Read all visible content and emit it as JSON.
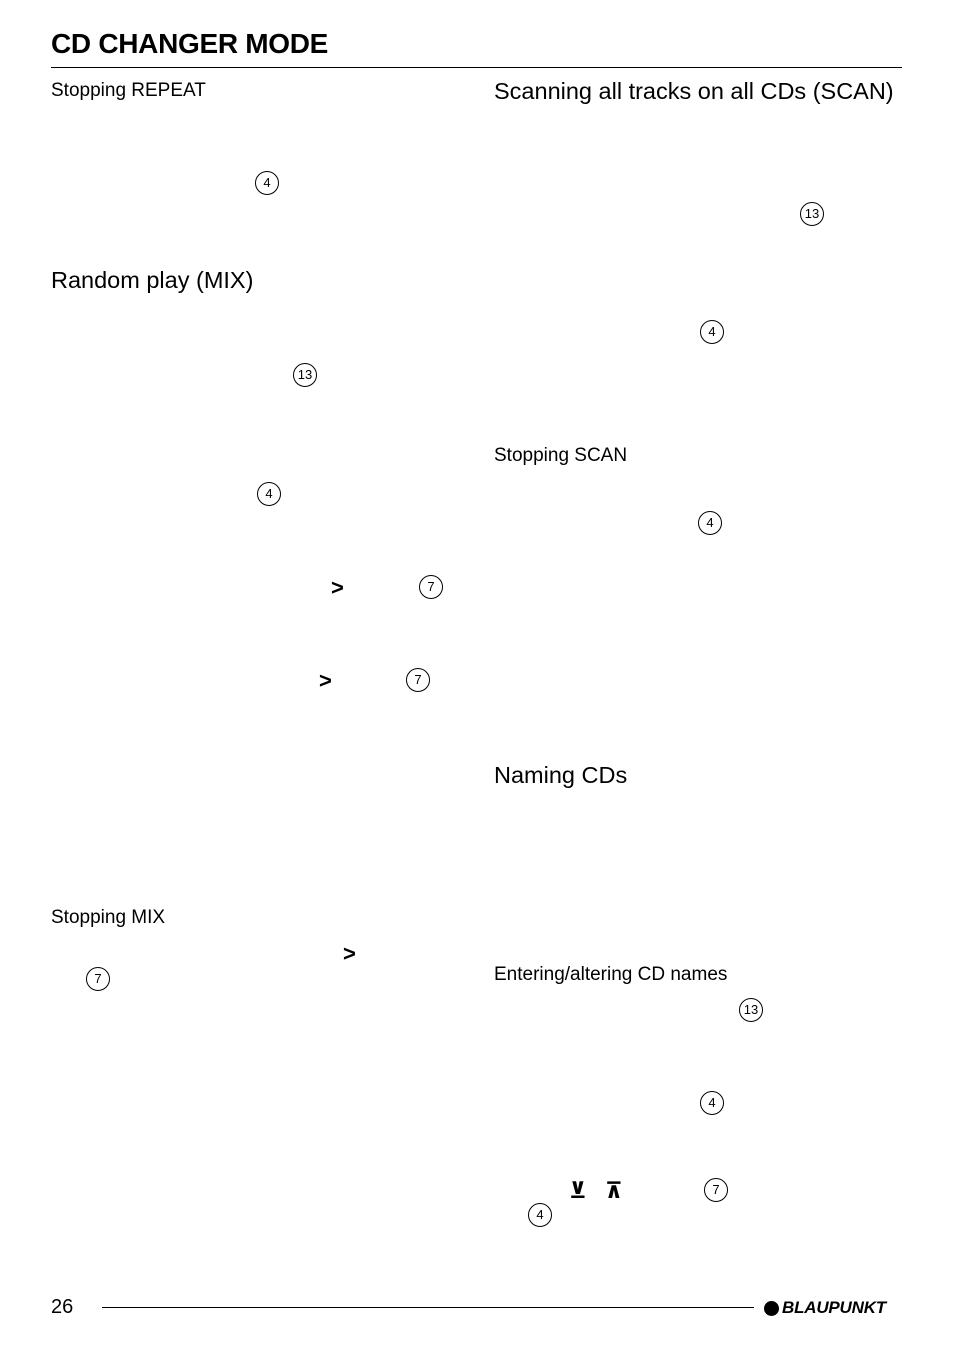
{
  "header": {
    "title": "CD CHANGER MODE"
  },
  "left": {
    "stopping_repeat": {
      "heading": "Stopping REPEAT",
      "ref": "4"
    },
    "random_play": {
      "heading": "Random play (MIX)",
      "refs": [
        "13",
        "4"
      ],
      "arrow1": ">",
      "arrow1_ref": "7",
      "arrow2": ">",
      "arrow2_ref": "7"
    },
    "stopping_mix": {
      "heading": "Stopping MIX",
      "arrow": ">",
      "ref": "7"
    }
  },
  "right": {
    "scan": {
      "heading": "Scanning all tracks on all CDs (SCAN)",
      "refs": [
        "13",
        "4"
      ]
    },
    "stopping_scan": {
      "heading": "Stopping SCAN",
      "ref": "4"
    },
    "naming": {
      "heading": "Naming CDs"
    },
    "entering": {
      "heading": "Entering/altering CD names",
      "refs": [
        "13",
        "4"
      ],
      "down": "⊻",
      "up": "⊼",
      "ref_7": "7",
      "ref_last": "4"
    }
  },
  "footer": {
    "page_number": "26",
    "brand": "BLAUPUNKT"
  }
}
